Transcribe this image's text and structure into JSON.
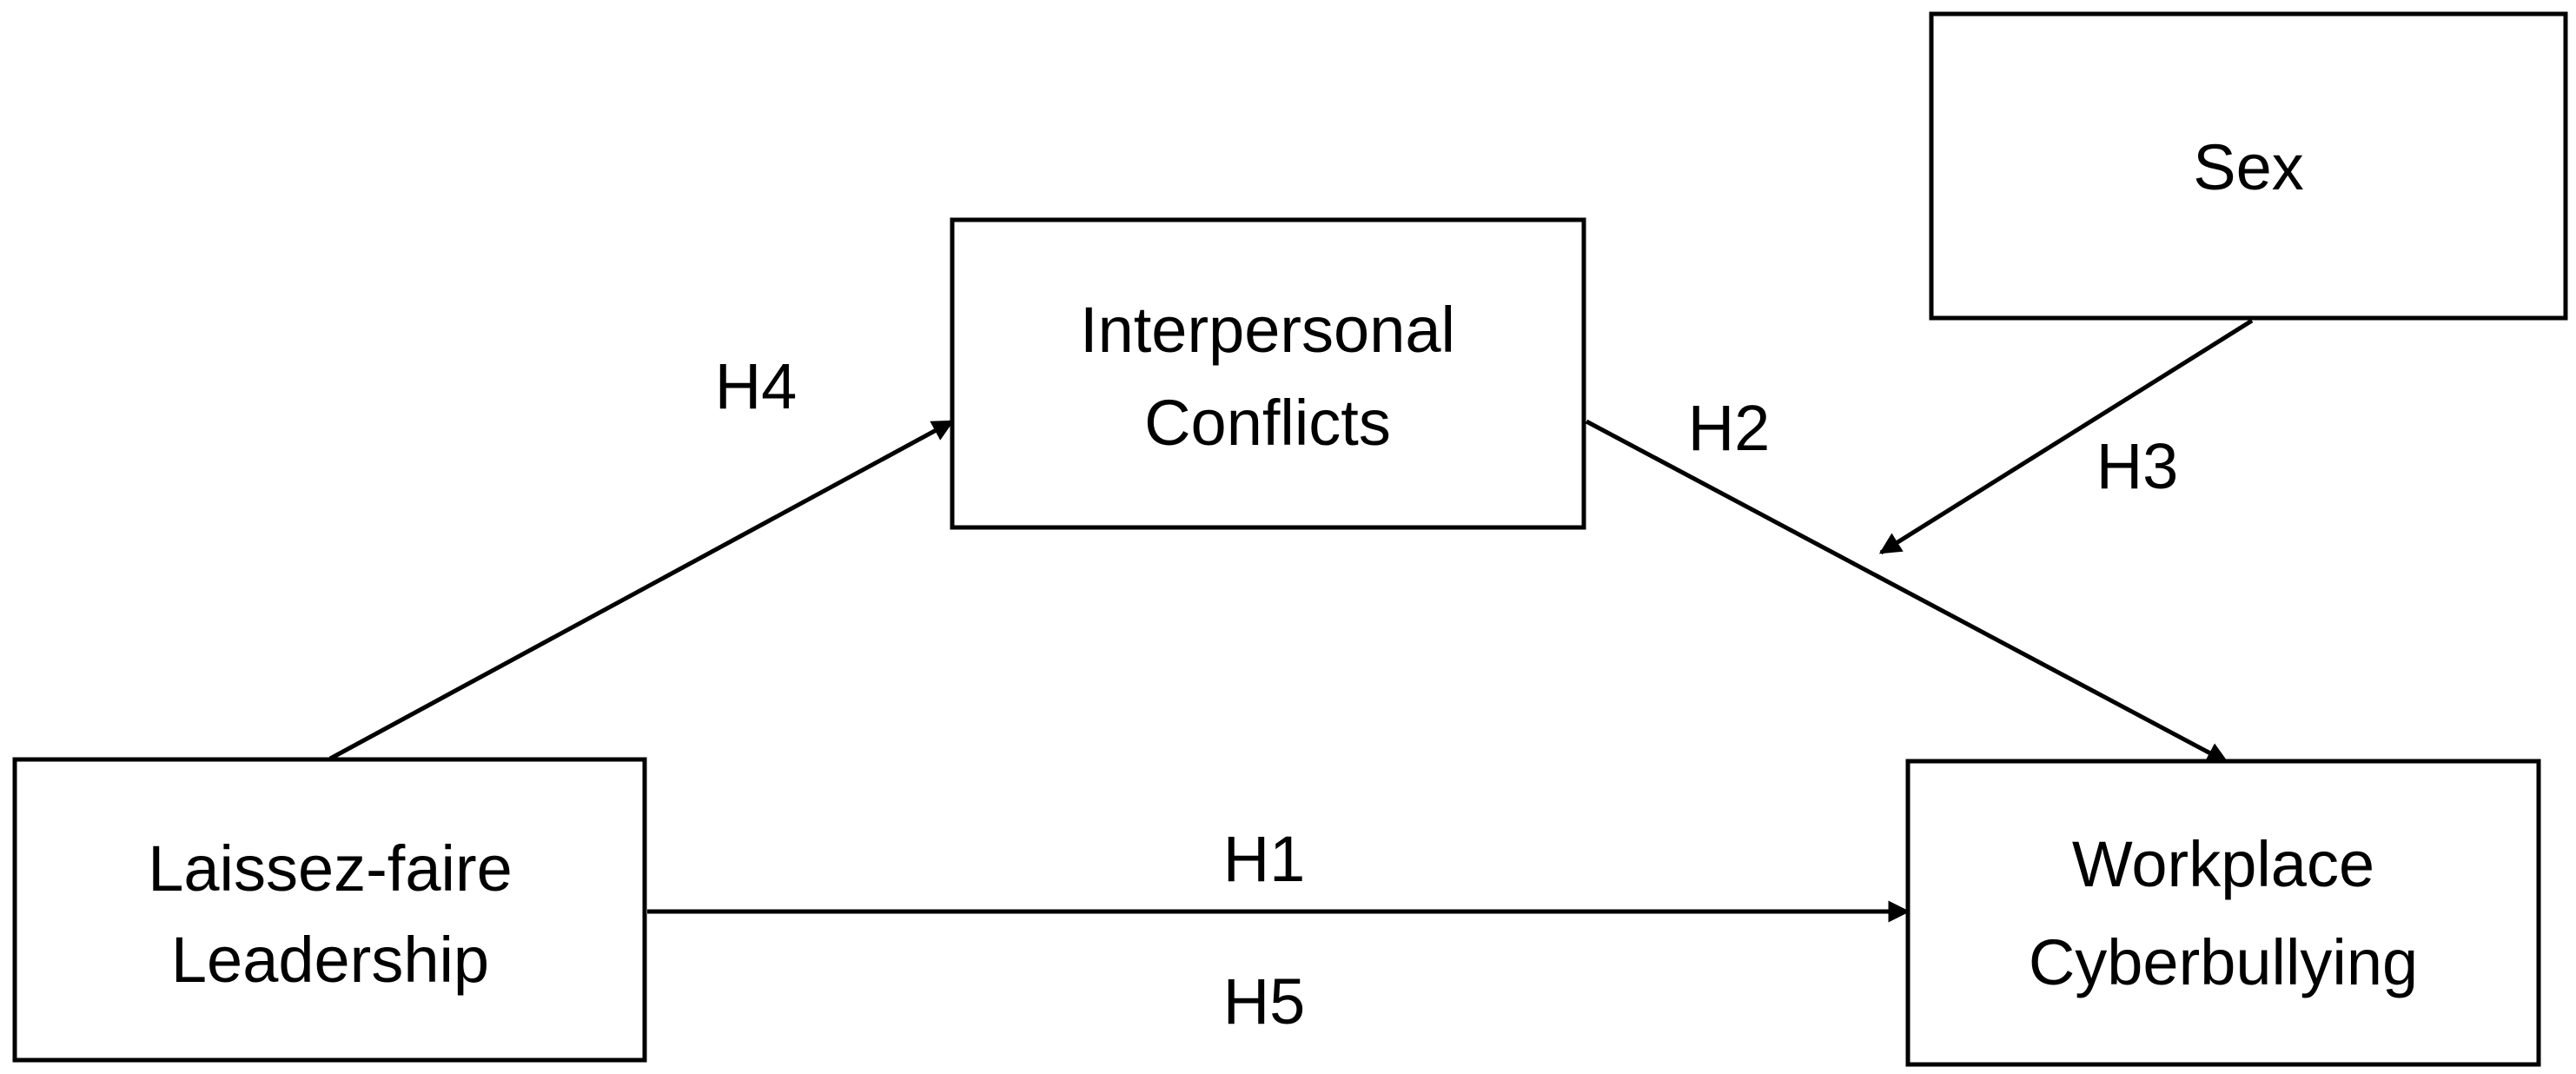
{
  "nodes": {
    "leadership": {
      "lines": [
        "Laissez-faire",
        "Leadership"
      ]
    },
    "conflicts": {
      "lines": [
        "Interpersonal",
        "Conflicts"
      ]
    },
    "sex": {
      "lines": [
        "Sex"
      ]
    },
    "cyberbullying": {
      "lines": [
        "Workplace",
        "Cyberbullying"
      ]
    }
  },
  "edges": {
    "leadership_to_conflicts": {
      "label": "H4"
    },
    "conflicts_to_cyberbullying": {
      "label": "H2"
    },
    "sex_moderation": {
      "label": "H3"
    },
    "leadership_to_cyberbullying": {
      "label_above": "H1",
      "label_below": "H5"
    }
  },
  "colors": {
    "stroke": "#000000",
    "background": "#ffffff"
  }
}
